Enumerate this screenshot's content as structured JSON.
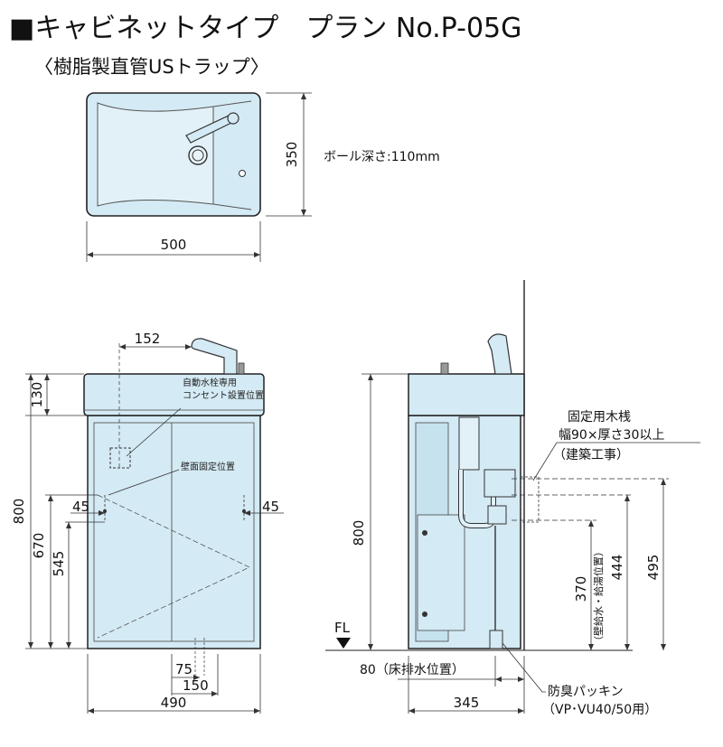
{
  "title": "■キャビネットタイプ　プラン No.P-05G",
  "subtitle": "〈樹脂製直管USトラップ〉",
  "top_view": {
    "width": "500",
    "depth": "350",
    "bowl_depth_note": "ボール深さ:110mm"
  },
  "front_view": {
    "dim_152": "152",
    "dim_130": "130",
    "dim_800": "800",
    "dim_670": "670",
    "dim_545": "545",
    "dim_45_left": "45",
    "dim_45_right": "45",
    "dim_75": "75",
    "dim_150": "150",
    "dim_490": "490",
    "outlet_note": "自動水栓専用 コンセント設置位置",
    "outlet_note_line1": "自動水栓専用",
    "outlet_note_line2": "コンセント設置位置",
    "wall_fix_note": "壁面固定位置"
  },
  "side_view": {
    "dim_800": "800",
    "fl": "FL",
    "wood_note_line1": "固定用木桟",
    "wood_note_line2": "幅90×厚さ30以上",
    "wood_note_line3": "（建築工事）",
    "dim_370": "370",
    "dim_444": "444",
    "dim_495": "495",
    "supply_note": "（壁給水・給湯位置）",
    "drain_note": "80（床排水位置）",
    "dim_345": "345",
    "seal_note_line1": "防臭パッキン",
    "seal_note_line2": "（VP･VU40/50用）"
  },
  "colors": {
    "fill": "#d4eaf4",
    "line": "#222222",
    "dim_line": "#333333"
  }
}
